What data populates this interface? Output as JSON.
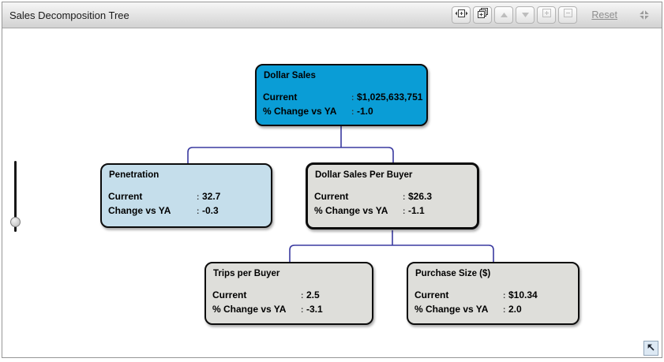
{
  "panel": {
    "title": "Sales Decomposition Tree"
  },
  "toolbar": {
    "reset_label": "Reset",
    "icons": [
      "expand-horizontal-icon",
      "expand-all-icon",
      "arrow-up-icon",
      "arrow-down-icon",
      "zoom-in-icon",
      "zoom-out-icon",
      "collapse-arrows-icon"
    ]
  },
  "labels": {
    "separator": ":"
  },
  "tree": {
    "nodes": [
      {
        "id": "dollar-sales",
        "title": "Dollar Sales",
        "rows": [
          {
            "label": "Current",
            "value": "$1,025,633,751"
          },
          {
            "label": "% Change vs YA",
            "value": "-1.0"
          }
        ]
      },
      {
        "id": "penetration",
        "title": "Penetration",
        "rows": [
          {
            "label": "Current",
            "value": "32.7"
          },
          {
            "label": "Change vs YA",
            "value": "-0.3"
          }
        ]
      },
      {
        "id": "dollar-sales-per-buyer",
        "title": "Dollar Sales Per Buyer",
        "rows": [
          {
            "label": "Current",
            "value": "$26.3"
          },
          {
            "label": "% Change vs YA",
            "value": "-1.1"
          }
        ]
      },
      {
        "id": "trips-per-buyer",
        "title": "Trips per Buyer",
        "rows": [
          {
            "label": "Current",
            "value": "2.5"
          },
          {
            "label": "% Change vs YA",
            "value": "-3.1"
          }
        ]
      },
      {
        "id": "purchase-size",
        "title": "Purchase Size ($)",
        "rows": [
          {
            "label": "Current",
            "value": "$10.34"
          },
          {
            "label": "% Change vs YA",
            "value": "2.0"
          }
        ]
      }
    ]
  },
  "colors": {
    "root_node_fill": "#0A9DD6",
    "penetration_node_fill": "#C5DEEB",
    "default_node_fill": "#DEDEDA",
    "connector": "#3A3AA0",
    "selected_border": "#0C0C0C"
  }
}
